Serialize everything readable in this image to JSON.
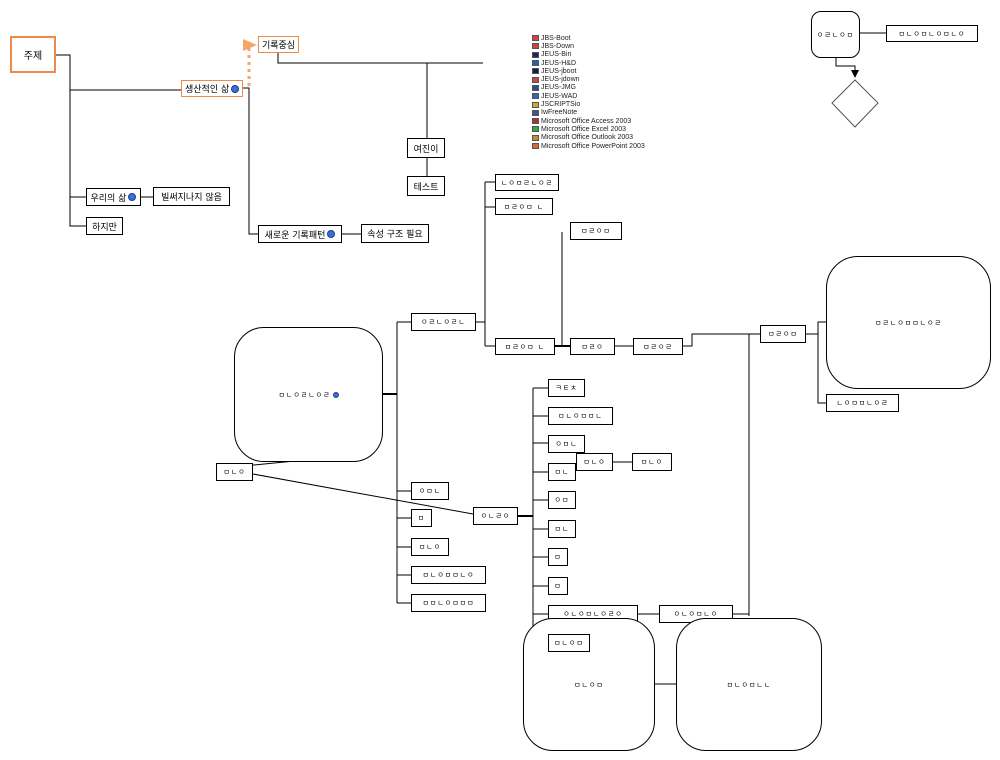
{
  "nodes": {
    "topic": "주제",
    "passive_life": "생산적인 삶",
    "record_value": "기록중심",
    "our_life": "우리의 삶",
    "not_missing": "빌써지나지 않음",
    "but": "하지만",
    "new_record_pattern": "새로운 기록패턴",
    "needs_structure": "속성 구조 필요",
    "yeojinee": "여진이",
    "test": "테스트",
    "big_circle_left": "ㅁㄴㅇㄹㄴㅇㄹ",
    "small_left": "ㅁㄴㅇ",
    "mid_hub": "ㅇㄴㄹㅇ",
    "upper_hub": "ㅇㄹㄴㅇㄹㄴ",
    "upper_a": "ㄴㅇㅁㄹㄴㅇㄹ",
    "upper_b": "ㅁㄹㅇㅁ ㄴ",
    "upper_c": "ㅁㄹㅇㅁ ㄴ",
    "upper_c1": "ㅁㄹㅇ",
    "upper_c2": "ㅁㄹㅇㄹ",
    "upper_top": "ㅁㄹㅇㅁ",
    "far_right": "ㅁㄹㅇㅁ",
    "right_big": "ㅁㄹㄴㅇㅁㅁㄴㅇㄹ",
    "right_small": "ㄴㅇㅁㅁㄴㅇㄹ",
    "left_1": "ㅇㅁㄴ",
    "left_2": "ㅁ",
    "left_3": "ㅁㄴㅇ",
    "left_4": "ㅁㄴㅇㅁㅁㄴㅇ",
    "left_5": "ㅁㅁㄴㅇㅁㅁㅁ",
    "right_1": "ㅋㅌㅊ",
    "right_2": "ㅁㄴㅇㅁㅁㄴ",
    "right_3": "ㅇㅁㄴ",
    "right_3a": "ㅁㄴㅇ",
    "right_3b": "ㅁㄴㅇ",
    "right_4": "ㅁㄴ",
    "right_5": "ㅇㅁ",
    "right_6": "ㅁㄴ",
    "right_7": "ㅁ",
    "right_8": "ㅁ",
    "right_9": "ㅇㄴㅇㅁㄴㅇㄹㅇ",
    "right_9a": "ㅇㄴㅇㅁㄴㅇ",
    "right_10": "ㅁㄴㅇㅁ",
    "bottom_big_1": "ㅁㄴㅇㅁ",
    "bottom_big_2": "ㅁㄴㅇㅁㄴㄴ",
    "top_right_round": "ㅇㄹㄴㅇㅁ",
    "top_right_box": "ㅁㄴㅇㅁㄴㅇㅁㄴㅇ"
  },
  "file_list": [
    {
      "name": "JBS-Boot",
      "color": "#c44"
    },
    {
      "name": "JBS-Down",
      "color": "#c44"
    },
    {
      "name": "JEUS-Bin",
      "color": "#226"
    },
    {
      "name": "JEUS-H&D",
      "color": "#26a"
    },
    {
      "name": "JEUS-jboot",
      "color": "#124"
    },
    {
      "name": "JEUS-jdown",
      "color": "#c44"
    },
    {
      "name": "JEUS-JMG",
      "color": "#258"
    },
    {
      "name": "JEUS-WAD",
      "color": "#36a"
    },
    {
      "name": "JSCRIPTSio",
      "color": "#ca3"
    },
    {
      "name": "IwFreeNote",
      "color": "#458"
    },
    {
      "name": "Microsoft Office Access 2003",
      "color": "#a33"
    },
    {
      "name": "Microsoft Office Excel 2003",
      "color": "#3a3"
    },
    {
      "name": "Microsoft Office Outlook 2003",
      "color": "#c83"
    },
    {
      "name": "Microsoft Office PowerPoint 2003",
      "color": "#d63"
    }
  ],
  "colors": {
    "accent": "#f08a4b",
    "line": "#000000",
    "icon": "#3a6fd8"
  }
}
